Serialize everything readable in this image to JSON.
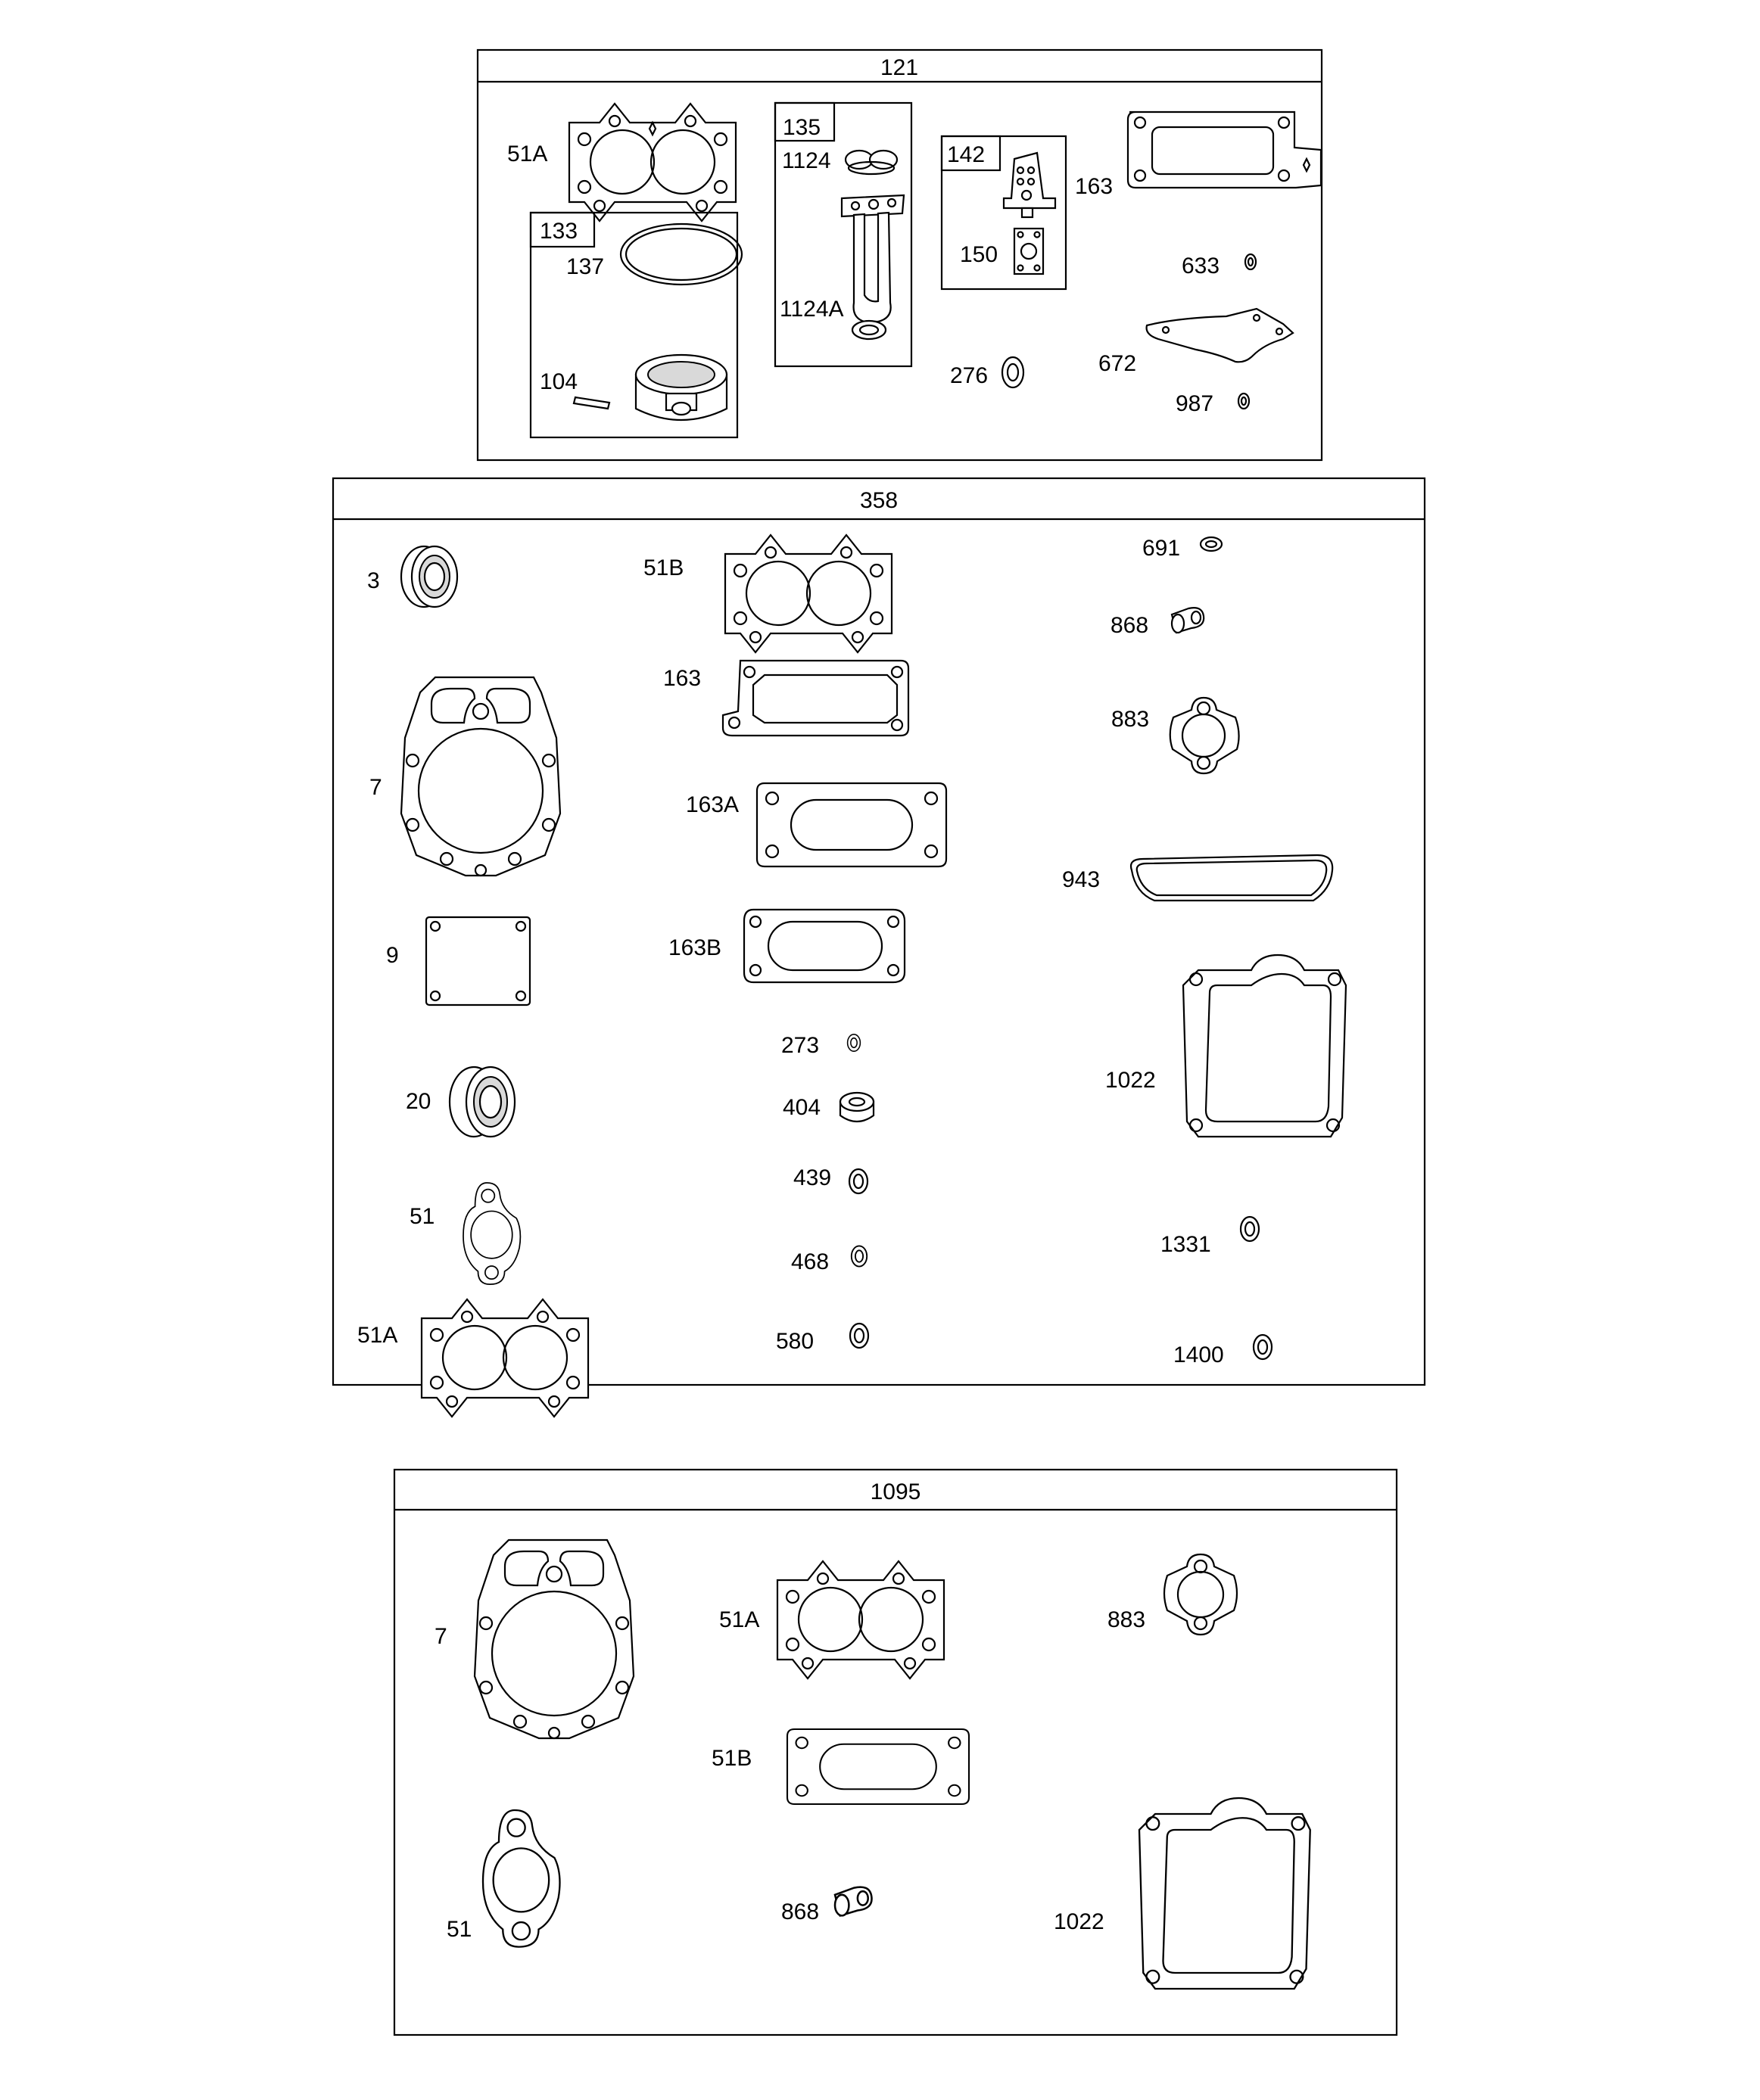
{
  "groups": {
    "g121": {
      "header": "121",
      "labels": {
        "l51A": "51A",
        "l133": "133",
        "l137": "137",
        "l104": "104",
        "l135": "135",
        "l1124": "1124",
        "l1124A": "1124A",
        "l142": "142",
        "l150": "150",
        "l163": "163",
        "l276": "276",
        "l633": "633",
        "l672": "672",
        "l987": "987"
      }
    },
    "g358": {
      "header": "358",
      "labels": {
        "l3": "3",
        "l7": "7",
        "l9": "9",
        "l20": "20",
        "l51": "51",
        "l51A": "51A",
        "l51B": "51B",
        "l163": "163",
        "l163A": "163A",
        "l163B": "163B",
        "l273": "273",
        "l404": "404",
        "l439": "439",
        "l468": "468",
        "l580": "580",
        "l691": "691",
        "l868": "868",
        "l883": "883",
        "l943": "943",
        "l1022": "1022",
        "l1331": "1331",
        "l1400": "1400"
      }
    },
    "g1095": {
      "header": "1095",
      "labels": {
        "l7": "7",
        "l51A": "51A",
        "l51B": "51B",
        "l51": "51",
        "l868": "868",
        "l883": "883",
        "l1022": "1022"
      }
    }
  }
}
